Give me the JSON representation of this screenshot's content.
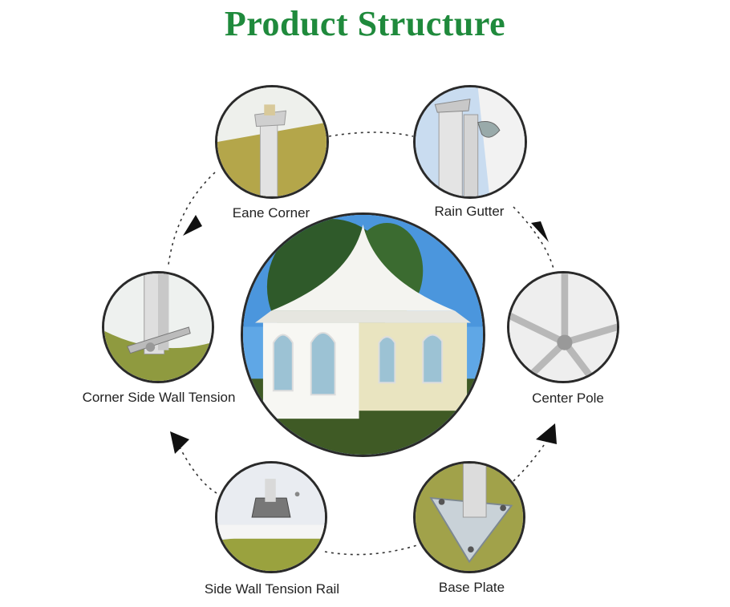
{
  "title": "Product Structure",
  "components": {
    "eave_corner": "Eane Corner",
    "rain_gutter": "Rain Gutter",
    "corner_side_wall_tension": "Corner Side Wall Tension",
    "center_pole": "Center Pole",
    "side_wall_tension_rail": "Side Wall Tension Rail",
    "base_plate": "Base Plate"
  },
  "colors": {
    "title_green": "#1f8a3c",
    "tent_white": "#f4f4f0",
    "grass": "#8a9a3a"
  }
}
